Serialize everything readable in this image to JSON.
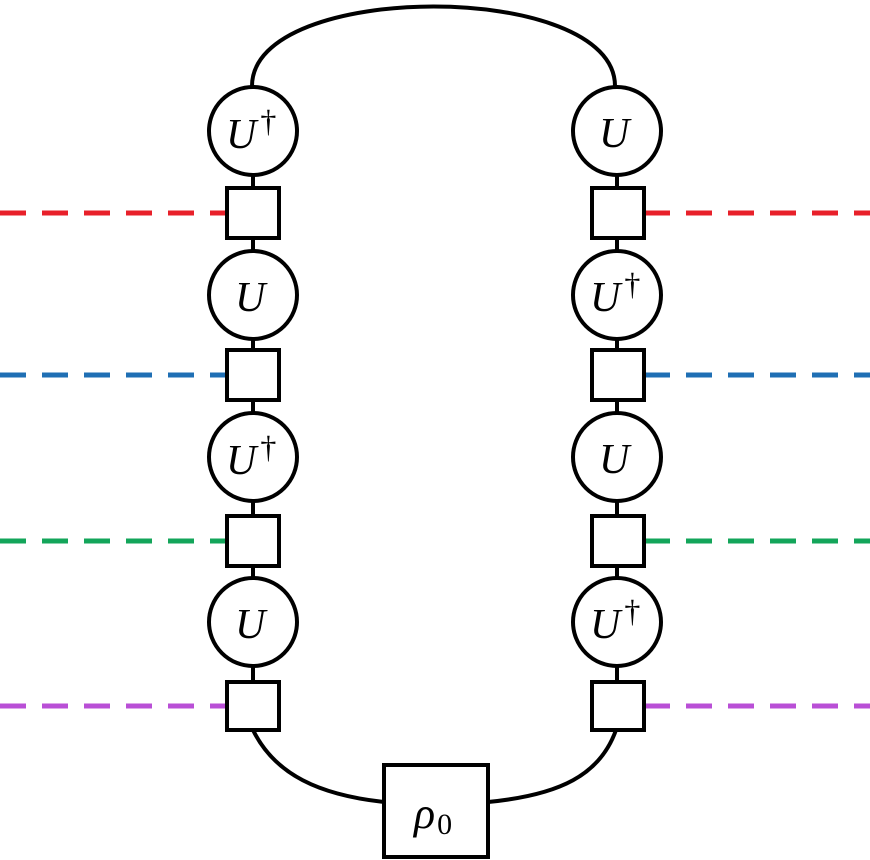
{
  "left_column": {
    "nodes": [
      {
        "base": "U",
        "dagger": "†"
      },
      {
        "base": "U",
        "dagger": ""
      },
      {
        "base": "U",
        "dagger": "†"
      },
      {
        "base": "U",
        "dagger": ""
      }
    ]
  },
  "right_column": {
    "nodes": [
      {
        "base": "U",
        "dagger": ""
      },
      {
        "base": "U",
        "dagger": "†"
      },
      {
        "base": "U",
        "dagger": ""
      },
      {
        "base": "U",
        "dagger": "†"
      }
    ]
  },
  "dashed_lines": [
    {
      "color": "#e8202a"
    },
    {
      "color": "#1f6fb4"
    },
    {
      "color": "#13a55a"
    },
    {
      "color": "#b94fd6"
    }
  ],
  "initial_state": {
    "symbol": "ρ",
    "subscript": "0"
  }
}
